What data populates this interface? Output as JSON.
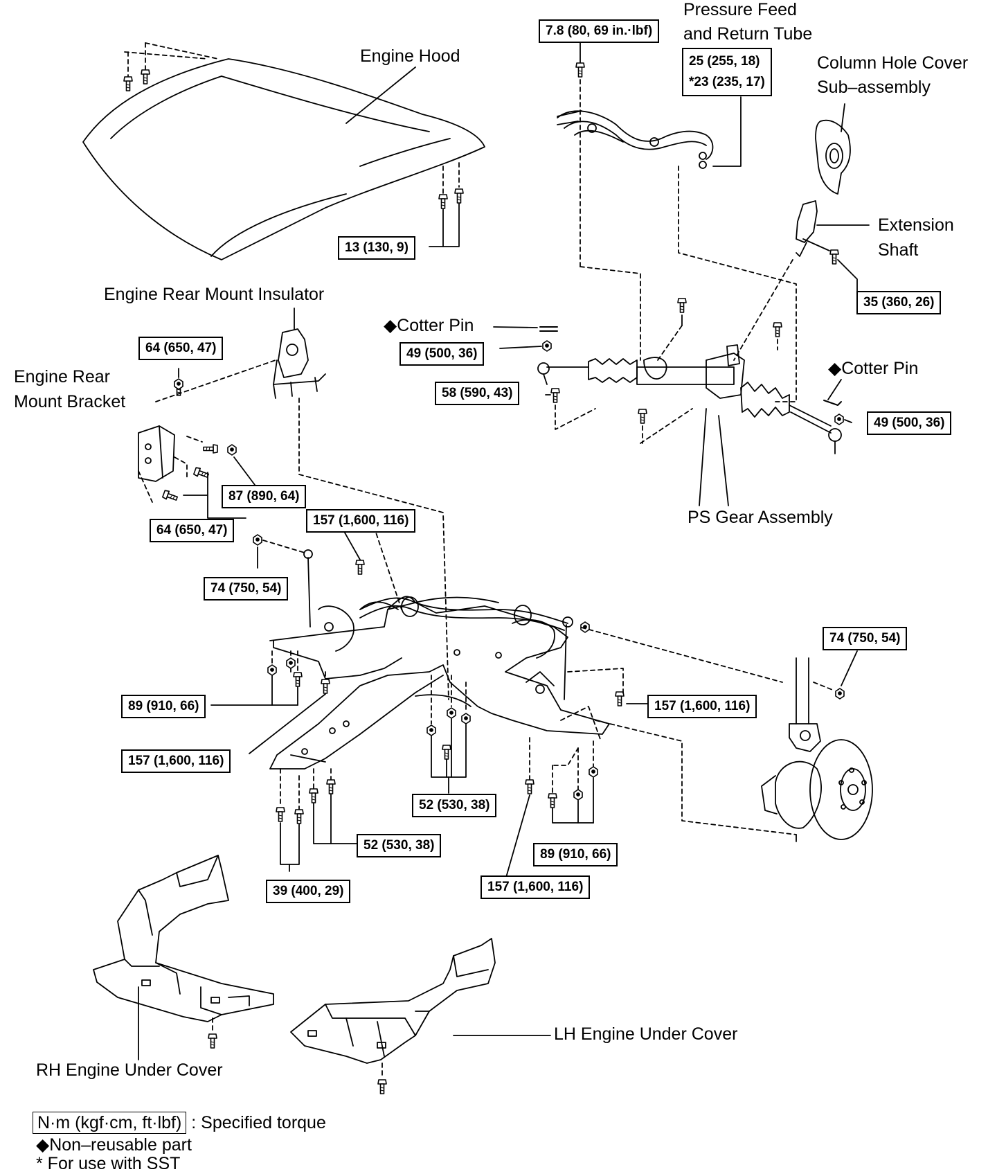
{
  "labels": {
    "engine_hood": "Engine Hood",
    "pressure_feed_1": "Pressure Feed",
    "pressure_feed_2": "and Return Tube",
    "column_hole_1": "Column Hole Cover",
    "column_hole_2": "Sub–assembly",
    "extension_1": "Extension",
    "extension_2": "Shaft",
    "rear_mount_insulator": "Engine Rear Mount Insulator",
    "rear_mount_bracket_1": "Engine Rear",
    "rear_mount_bracket_2": "Mount Bracket",
    "cotter_pin_left": "◆Cotter Pin",
    "cotter_pin_right": "◆Cotter Pin",
    "ps_gear": "PS Gear Assembly",
    "rh_cover": "RH Engine Under Cover",
    "lh_cover": "LH Engine Under Cover"
  },
  "torques": {
    "t_78": "7.8 (80, 69 in.·lbf)",
    "t_25": "25 (255, 18)",
    "t_23": "*23 (235, 17)",
    "t_13": "13 (130, 9)",
    "t_35": "35 (360, 26)",
    "t_64_top": "64 (650, 47)",
    "t_49_left": "49 (500, 36)",
    "t_58": "58 (590, 43)",
    "t_49_right": "49 (500, 36)",
    "t_87": "87 (890, 64)",
    "t_64_bottom": "64 (650, 47)",
    "t_157_top": "157 (1,600, 116)",
    "t_74_left": "74 (750, 54)",
    "t_74_right": "74 (750, 54)",
    "t_89_left": "89 (910, 66)",
    "t_157_right": "157 (1,600, 116)",
    "t_157_left": "157 (1,600, 116)",
    "t_52_mid": "52 (530, 38)",
    "t_52_low": "52 (530, 38)",
    "t_89_right": "89 (910, 66)",
    "t_39": "39 (400, 29)",
    "t_157_bottom": "157 (1,600, 116)"
  },
  "legend": {
    "unit_box": "N·m (kgf·cm, ft·lbf)",
    "unit_desc": ": Specified torque",
    "non_reusable": "◆Non–reusable part",
    "sst": "* For use with SST"
  }
}
